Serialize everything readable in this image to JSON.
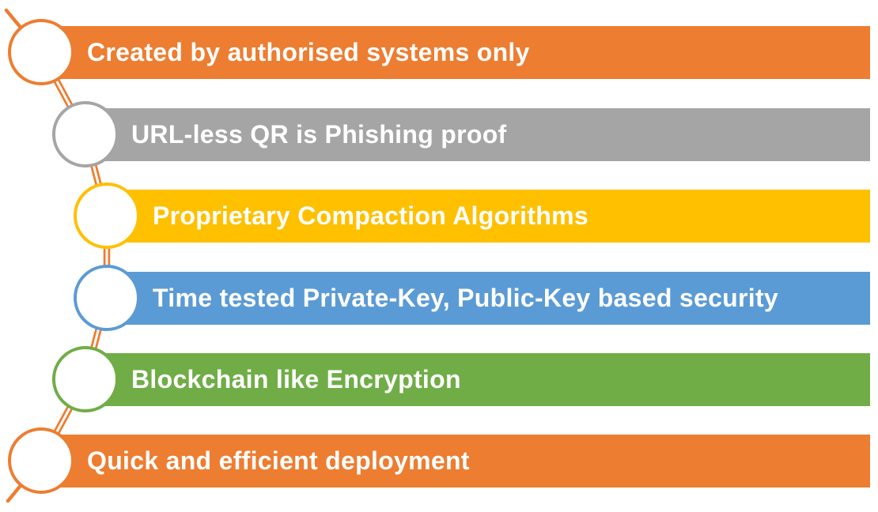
{
  "diagram": {
    "background_color": "#ffffff",
    "text_color": "#ffffff",
    "connector_color": "#ED7D31",
    "node_fill_color": "#ffffff",
    "items": [
      {
        "label": "Created by authorised systems only",
        "color": "#ED7D31"
      },
      {
        "label": "URL-less QR is Phishing proof",
        "color": "#A5A5A5"
      },
      {
        "label": "Proprietary Compaction Algorithms",
        "color": "#FFC000"
      },
      {
        "label": "Time tested Private-Key, Public-Key based security",
        "color": "#5B9BD5"
      },
      {
        "label": "Blockchain like Encryption",
        "color": "#70AD47"
      },
      {
        "label": "Quick and efficient deployment",
        "color": "#ED7D31"
      }
    ]
  }
}
